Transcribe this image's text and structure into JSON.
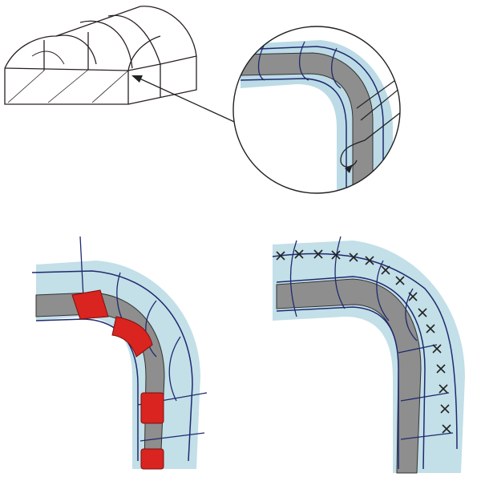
{
  "colors": {
    "film": "#bcdbe6",
    "pipe": "#8e8e8e",
    "clip": "#d9241f",
    "line": "#1e2a6e",
    "stitch": "#222222",
    "outline": "#2a2020"
  },
  "panels": [
    {
      "name": "greenhouse-tunnel"
    },
    {
      "name": "detail-magnified"
    },
    {
      "name": "clip-fastening"
    },
    {
      "name": "stitch-fastening"
    }
  ]
}
